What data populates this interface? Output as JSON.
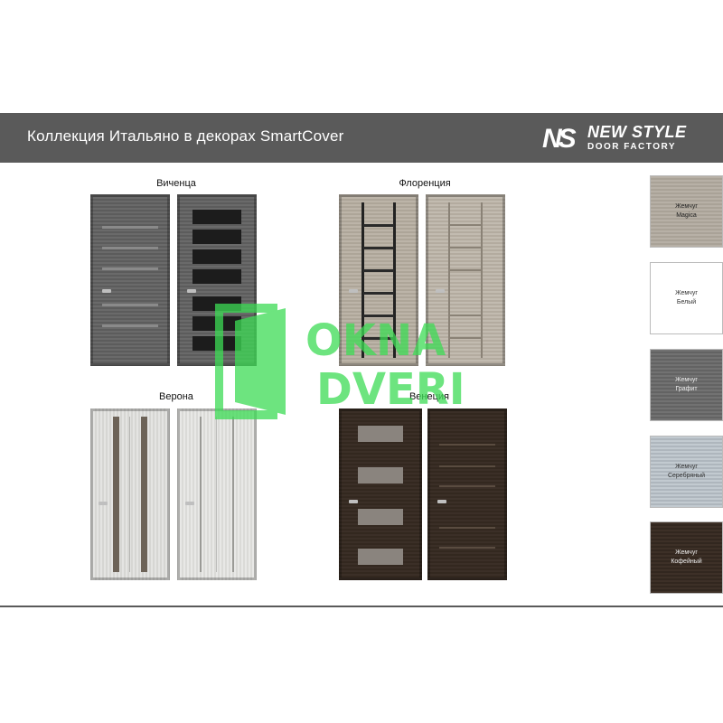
{
  "header": {
    "title": "Коллекция Итальяно в декорах SmartCover",
    "logo_mark": "NS",
    "logo_line1": "NEW STYLE",
    "logo_line2": "DOOR FACTORY"
  },
  "models": [
    {
      "name": "Виченца"
    },
    {
      "name": "Флоренция"
    },
    {
      "name": "Верона"
    },
    {
      "name": "Венеция"
    }
  ],
  "swatches": [
    {
      "line1": "Жемчуг",
      "line2": "Magica",
      "color": "#b3aca3",
      "text_color": "#222222"
    },
    {
      "line1": "Жемчуг",
      "line2": "Белый",
      "color": "#ffffff",
      "text_color": "#333333"
    },
    {
      "line1": "Жемчуг",
      "line2": "Графит",
      "color": "#6e6e6e",
      "text_color": "#eeeeee"
    },
    {
      "line1": "Жемчуг",
      "line2": "Серебряный",
      "color": "#b8c0c6",
      "text_color": "#333333"
    },
    {
      "line1": "Жемчуг",
      "line2": "Кофейный",
      "color": "#3a2d24",
      "text_color": "#eeeeee"
    }
  ],
  "watermark": {
    "line1": "OKNA",
    "line2": "DVERI",
    "color": "#3ddc55"
  }
}
